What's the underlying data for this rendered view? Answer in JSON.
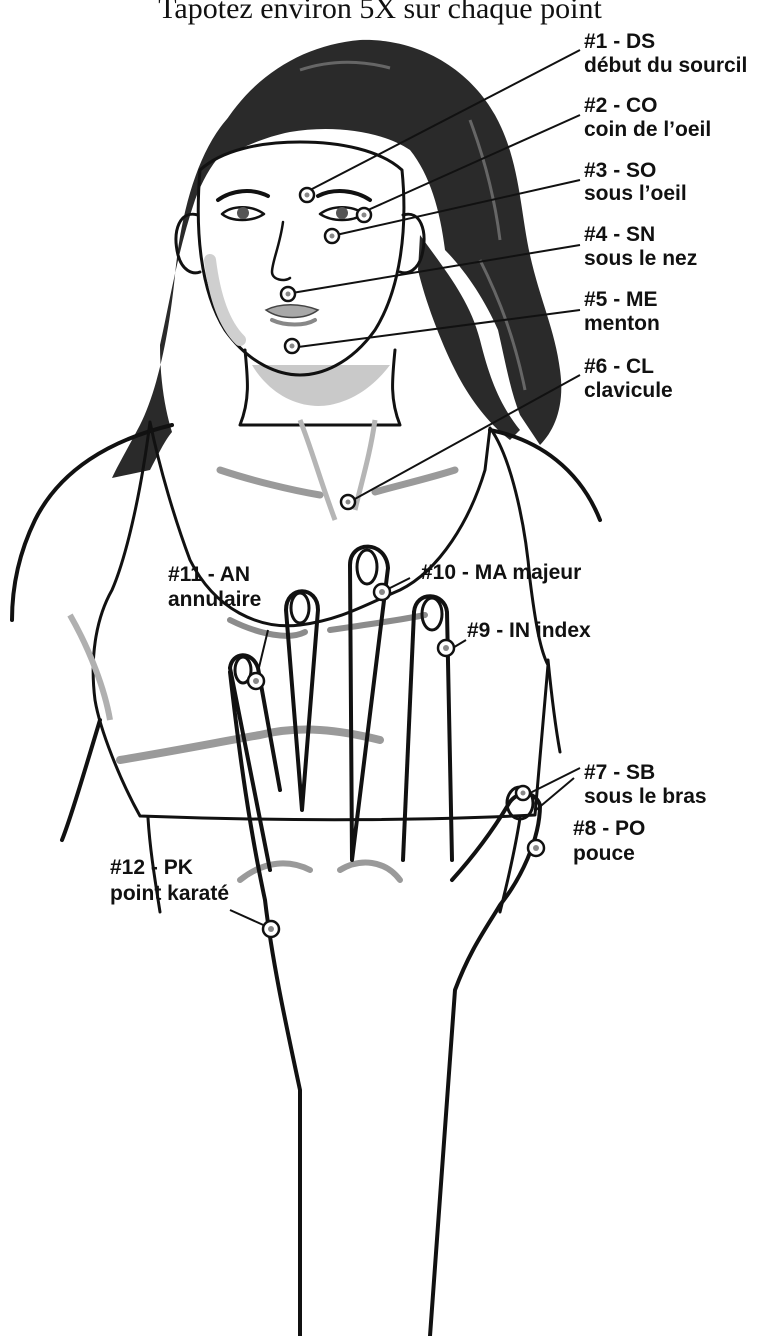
{
  "title": "Tapotez environ 5X sur chaque point",
  "points": [
    {
      "code": "#1 - DS",
      "desc": "début du sourcil"
    },
    {
      "code": "#2 - CO",
      "desc": "coin de l’oeil"
    },
    {
      "code": "#3 - SO",
      "desc": "sous l’oeil"
    },
    {
      "code": "#4 - SN",
      "desc": "sous le nez"
    },
    {
      "code": "#5 - ME",
      "desc": "menton"
    },
    {
      "code": "#6 - CL",
      "desc": "clavicule"
    },
    {
      "code": "#7 - SB",
      "desc": "sous le bras"
    },
    {
      "code": "#8 - PO",
      "desc": "pouce"
    },
    {
      "code": "#9 - IN index",
      "desc": ""
    },
    {
      "code": "#10 - MA majeur",
      "desc": ""
    },
    {
      "code": "#11 - AN",
      "desc": "annulaire"
    },
    {
      "code": "#12 - PK",
      "desc": "point karaté"
    }
  ]
}
